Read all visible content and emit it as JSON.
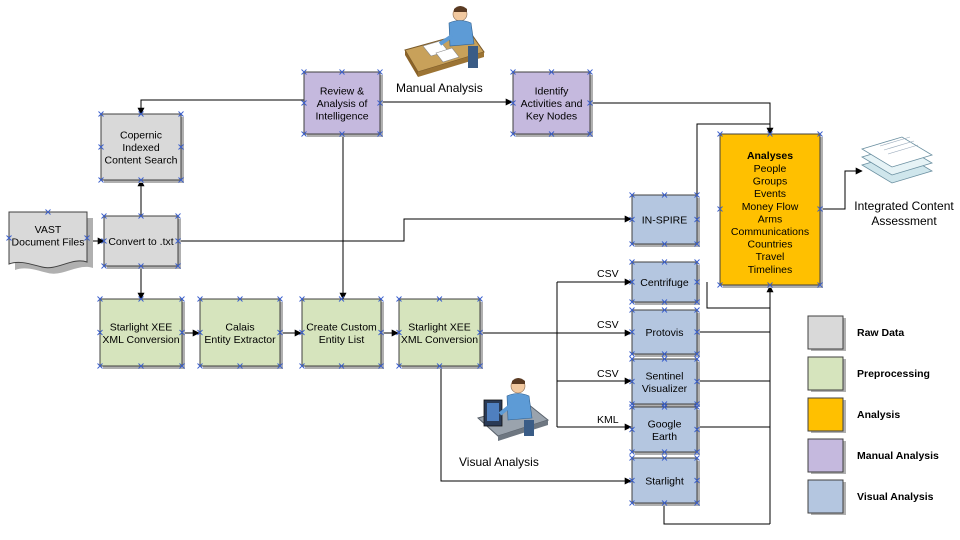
{
  "colors": {
    "raw_data": "#d9d9d9",
    "preprocessing": "#d6e4bd",
    "analysis": "#ffc000",
    "manual_analysis": "#c5b9de",
    "visual_analysis": "#b4c6e0"
  },
  "labels": {
    "manual_analysis": "Manual Analysis",
    "visual_analysis": "Visual Analysis",
    "integrated_line1": "Integrated Content",
    "integrated_line2": "Assessment"
  },
  "nodes": {
    "vast": {
      "lines": [
        "VAST",
        "Document Files"
      ]
    },
    "copernic": {
      "lines": [
        "Copernic",
        "Indexed",
        "Content Search"
      ]
    },
    "convert": {
      "lines": [
        "Convert to .txt"
      ]
    },
    "review": {
      "lines": [
        "Review &",
        "Analysis of",
        "Intelligence"
      ]
    },
    "identify": {
      "lines": [
        "Identify",
        "Activities and",
        "Key Nodes"
      ]
    },
    "starlight_xee_1": {
      "lines": [
        "Starlight XEE",
        "XML Conversion"
      ]
    },
    "calais": {
      "lines": [
        "Calais",
        "Entity Extractor"
      ]
    },
    "custom_entity": {
      "lines": [
        "Create Custom",
        "Entity List"
      ]
    },
    "starlight_xee_2": {
      "lines": [
        "Starlight XEE",
        "XML Conversion"
      ]
    },
    "inspire": {
      "lines": [
        "IN-SPIRE"
      ]
    },
    "centrifuge": {
      "lines": [
        "Centrifuge"
      ]
    },
    "protovis": {
      "lines": [
        "Protovis"
      ]
    },
    "sentinel": {
      "lines": [
        "Sentinel",
        "Visualizer"
      ]
    },
    "google_earth": {
      "lines": [
        "Google",
        "Earth"
      ]
    },
    "starlight": {
      "lines": [
        "Starlight"
      ]
    },
    "analyses": {
      "title": "Analyses",
      "items": [
        "People",
        "Groups",
        "Events",
        "Money Flow",
        "Arms",
        "Communications",
        "Countries",
        "Travel",
        "Timelines"
      ]
    }
  },
  "edge_labels": {
    "centrifuge": "CSV",
    "protovis": "CSV",
    "sentinel": "CSV",
    "google_earth": "KML"
  },
  "legend": [
    {
      "label": "Raw Data",
      "color": "#d9d9d9"
    },
    {
      "label": "Preprocessing",
      "color": "#d6e4bd"
    },
    {
      "label": "Analysis",
      "color": "#ffc000"
    },
    {
      "label": "Manual Analysis",
      "color": "#c5b9de"
    },
    {
      "label": "Visual Analysis",
      "color": "#b4c6e0"
    }
  ]
}
